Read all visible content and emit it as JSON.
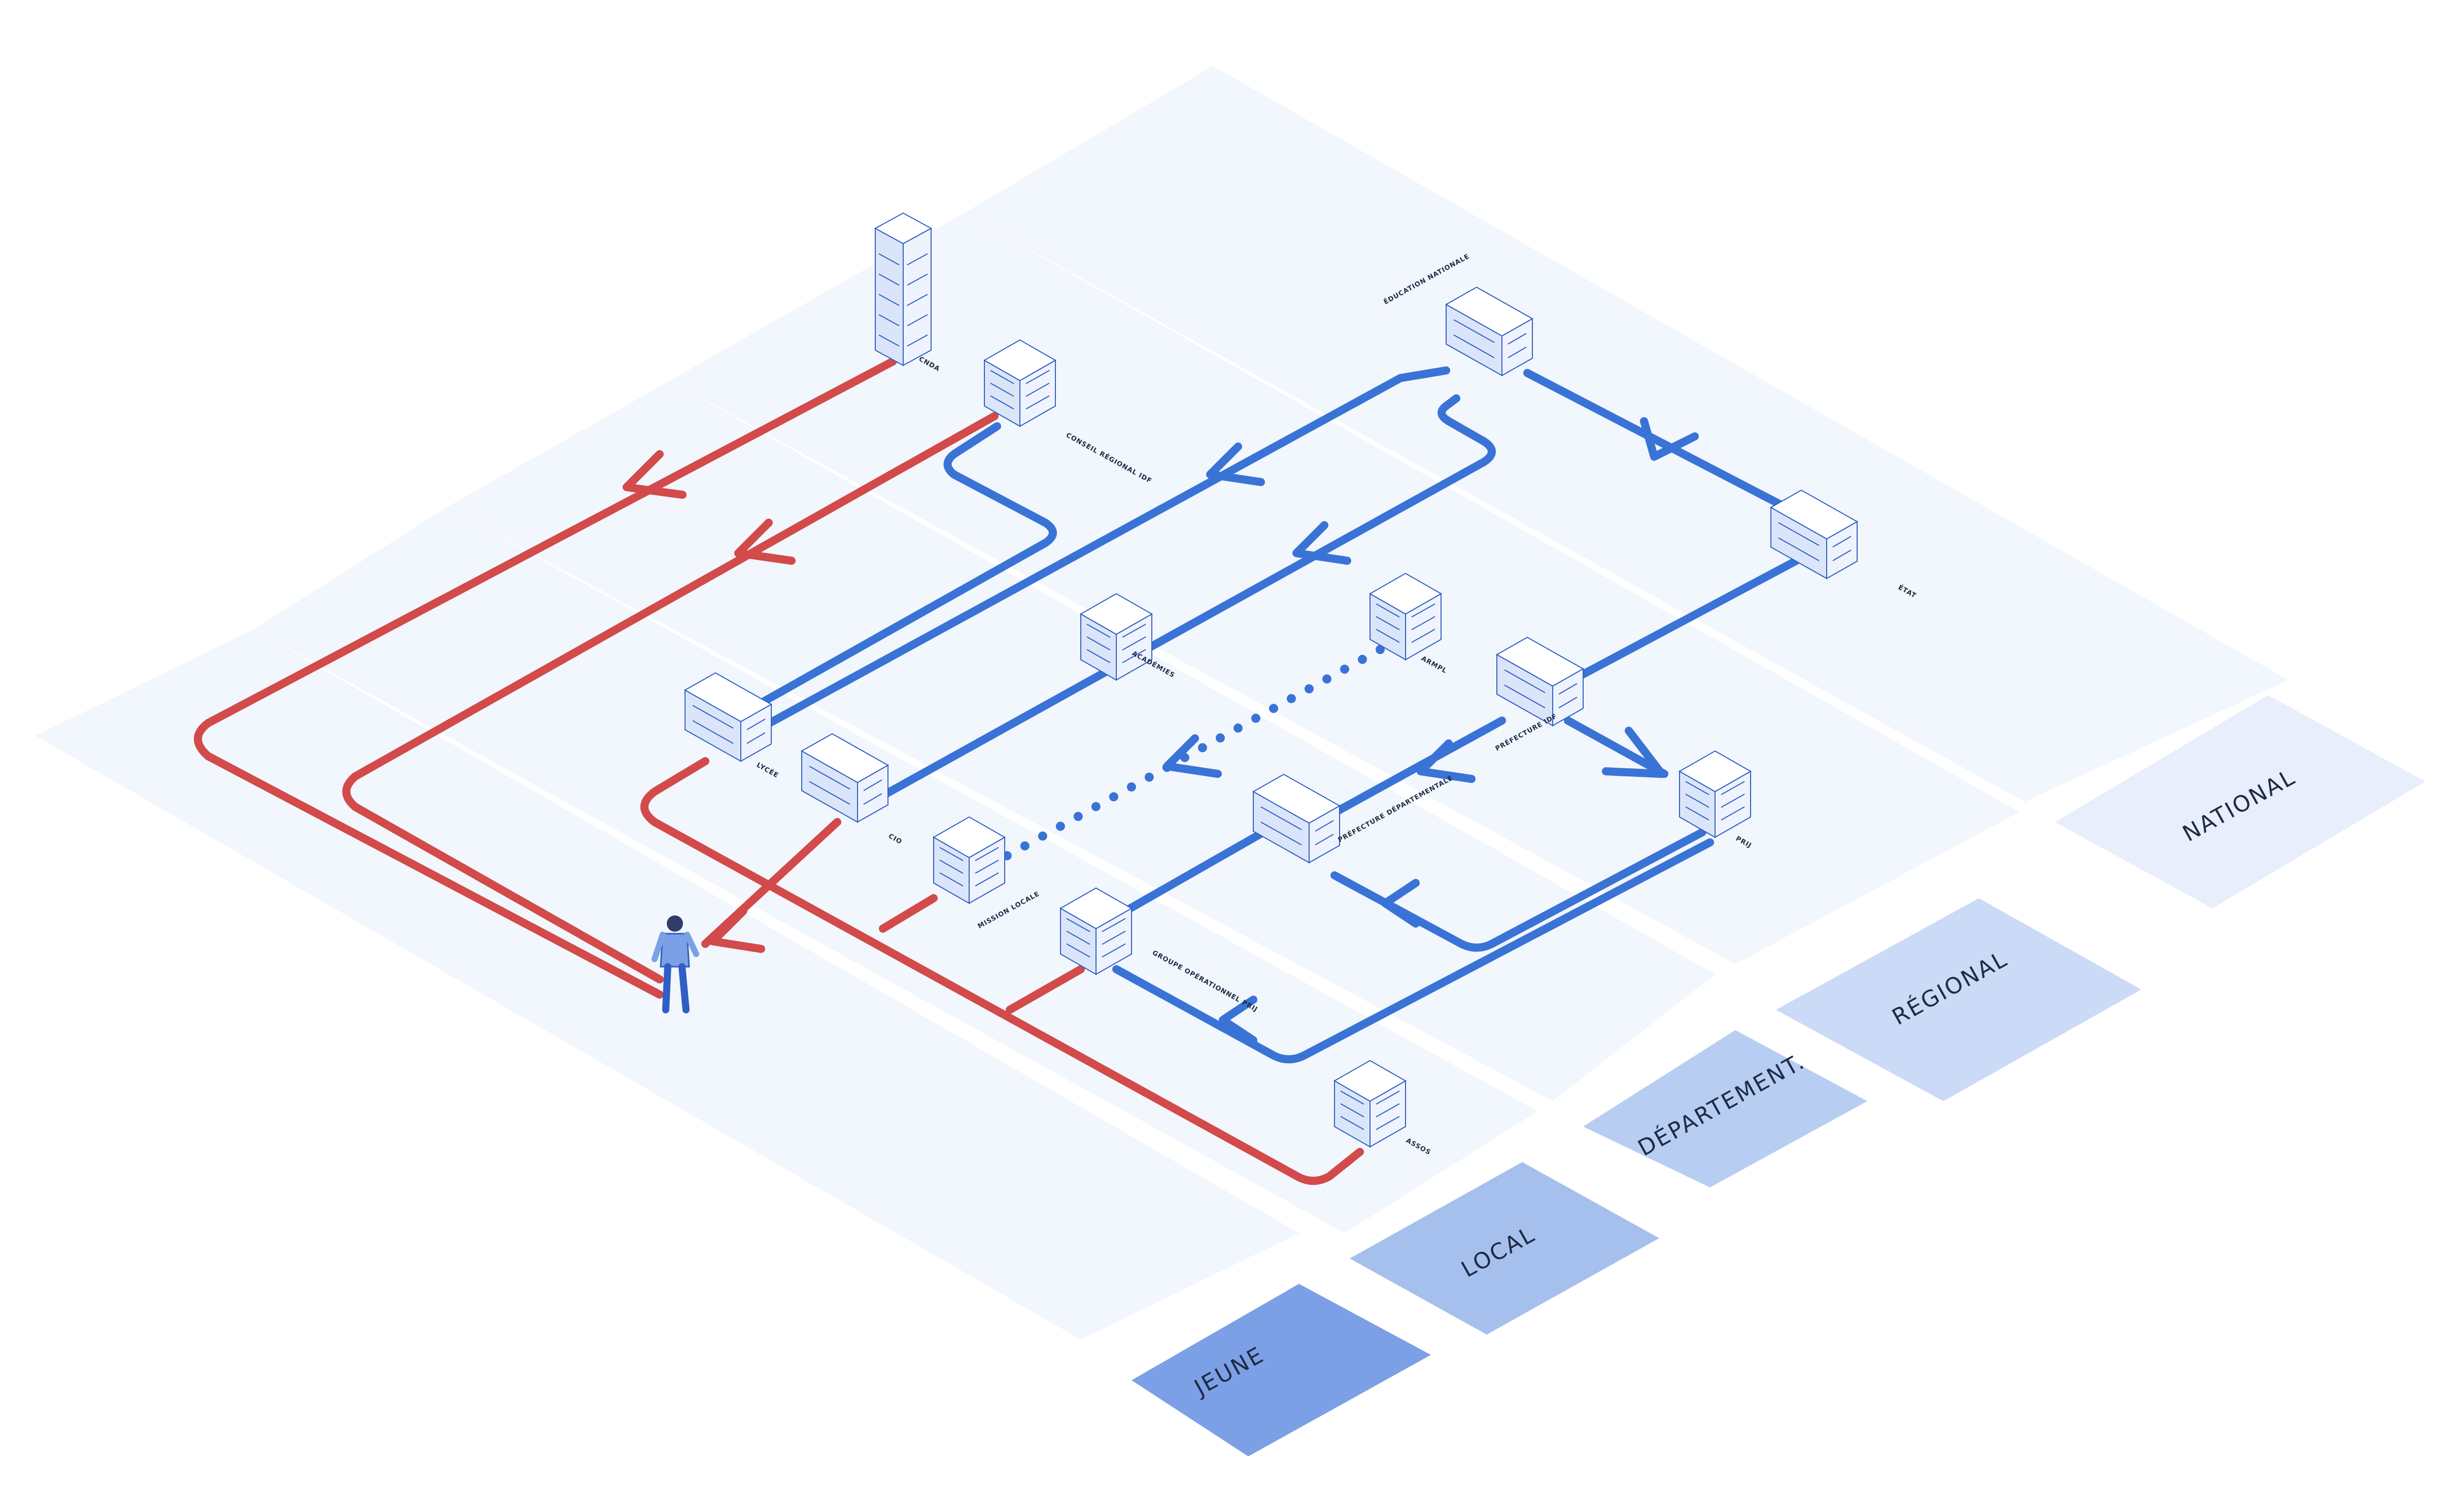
{
  "tiers": [
    {
      "key": "jeune",
      "label": "JEUNE",
      "color": "#7ba0e6"
    },
    {
      "key": "local",
      "label": "LOCAL",
      "color": "#a6c0ee"
    },
    {
      "key": "departement",
      "label": "DÉPARTEMENT.",
      "color": "#b8cdf2"
    },
    {
      "key": "regional",
      "label": "RÉGIONAL",
      "color": "#cbdaf6"
    },
    {
      "key": "national",
      "label": "NATIONAL",
      "color": "#e8eefb"
    }
  ],
  "buildings": [
    {
      "key": "cnda",
      "label": "CNDA"
    },
    {
      "key": "conseil",
      "label": "CONSEIL RÉGIONAL IDF"
    },
    {
      "key": "education",
      "label": "ÉDUCATION NATIONALE"
    },
    {
      "key": "etat",
      "label": "ÉTAT"
    },
    {
      "key": "academies",
      "label": "ACADÉMIES"
    },
    {
      "key": "armpl",
      "label": "ARMPL"
    },
    {
      "key": "lycee",
      "label": "LYCÉE"
    },
    {
      "key": "cio",
      "label": "CIO"
    },
    {
      "key": "prefidf",
      "label": "PRÉFECTURE IDF"
    },
    {
      "key": "prij",
      "label": "PRIJ"
    },
    {
      "key": "prefdep",
      "label": "PRÉFECTURE DÉPARTEMENTALE"
    },
    {
      "key": "mission",
      "label": "MISSION LOCALE"
    },
    {
      "key": "groupe",
      "label": "GROUPE OPÉRATIONNEL PRIJ"
    },
    {
      "key": "assos",
      "label": "ASSOS"
    }
  ],
  "colors": {
    "red_line": "#d24a4a",
    "blue_line": "#3a73d6",
    "board": "#f2f6fd",
    "building_stroke": "#2f5fc4"
  },
  "icons": [
    "person-icon",
    "building-icon",
    "arrow-icon"
  ]
}
